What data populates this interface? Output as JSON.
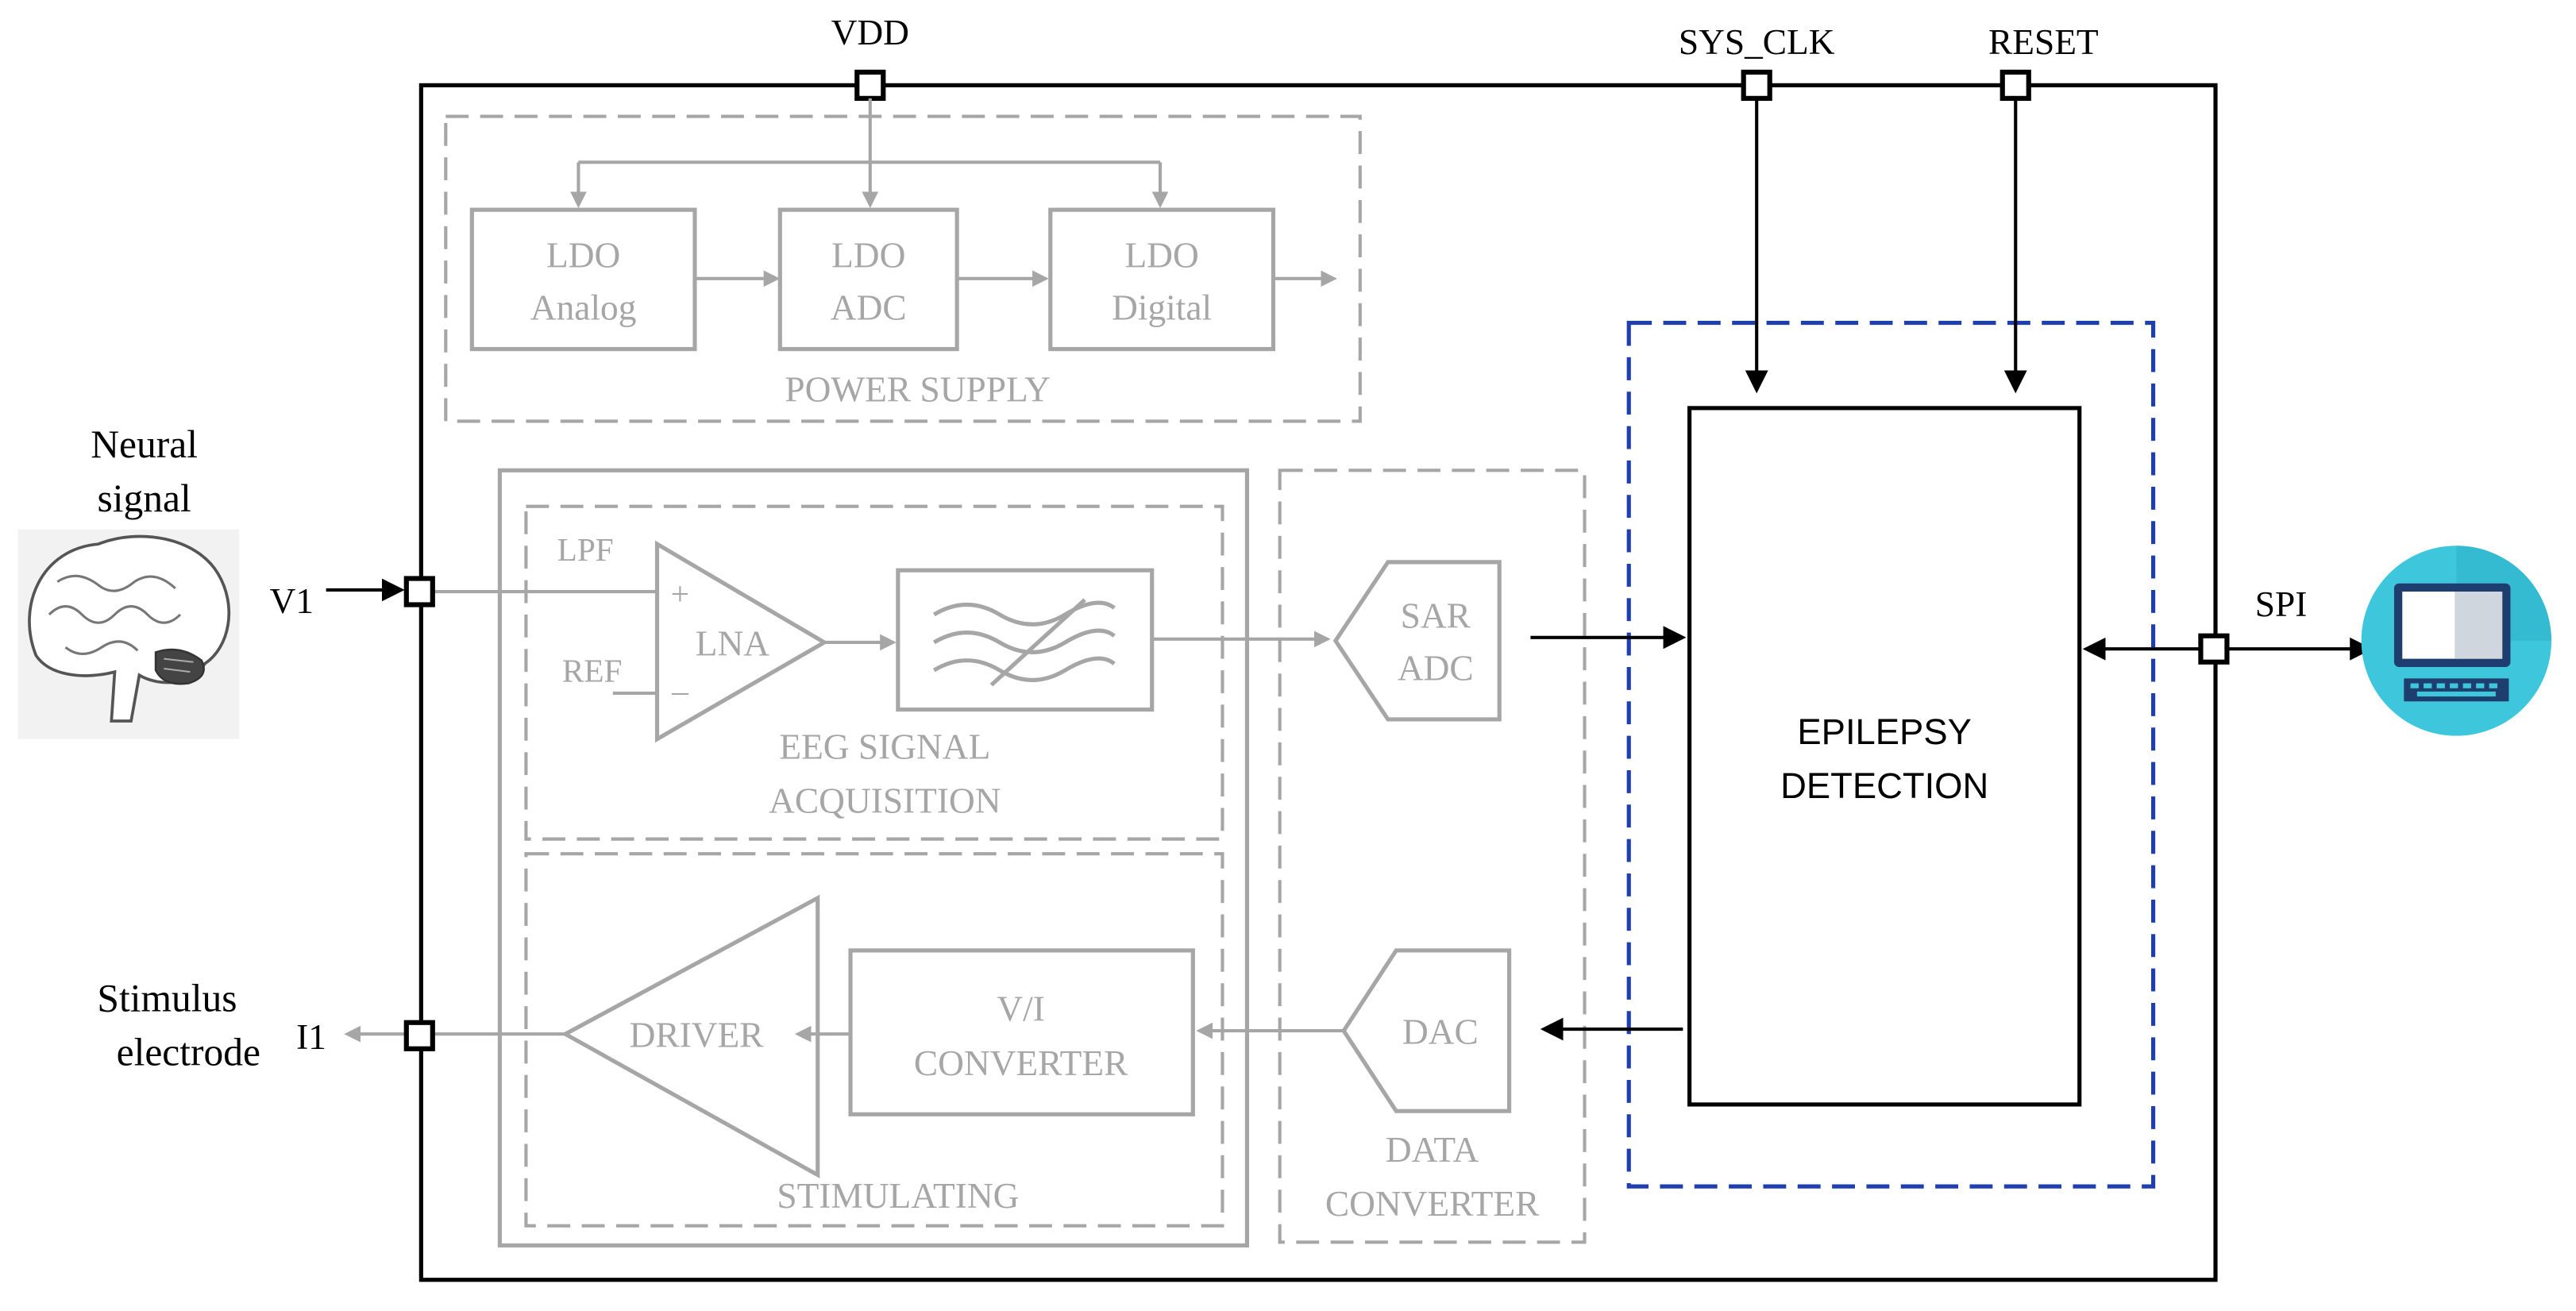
{
  "colors": {
    "black": "#000000",
    "gray": "#a6a6a6",
    "blue": "#1f3fb0",
    "monitor_bg": "#3ec7dc"
  },
  "pins": {
    "vdd": "VDD",
    "sys_clk": "SYS_CLK",
    "reset": "RESET",
    "v1": "V1",
    "i1": "I1",
    "spi": "SPI"
  },
  "external": {
    "neural_signal": [
      "Neural",
      "signal"
    ],
    "stimulus_electrode": [
      "Stimulus",
      "electrode"
    ],
    "brain_icon": "brain-icon",
    "computer_icon": "computer-icon"
  },
  "power_supply": {
    "title": "POWER SUPPLY",
    "ldo_analog": [
      "LDO",
      "Analog"
    ],
    "ldo_adc": [
      "LDO",
      "ADC"
    ],
    "ldo_digital": [
      "LDO",
      "Digital"
    ]
  },
  "acquisition": {
    "title": [
      "EEG SIGNAL",
      "ACQUISITION"
    ],
    "lpf": "LPF",
    "ref": "REF",
    "plus": "+",
    "minus": "–",
    "lna": "LNA",
    "filter_icon": "bandpass-filter-icon"
  },
  "stimulating": {
    "title": "STIMULATING",
    "driver": "DRIVER",
    "vi_converter": [
      "V/I",
      "CONVERTER"
    ]
  },
  "data_converter": {
    "title": [
      "DATA",
      "CONVERTER"
    ],
    "sar_adc": [
      "SAR",
      "ADC"
    ],
    "dac": "DAC"
  },
  "epilepsy": {
    "label": [
      "EPILEPSY",
      "DETECTION"
    ]
  }
}
